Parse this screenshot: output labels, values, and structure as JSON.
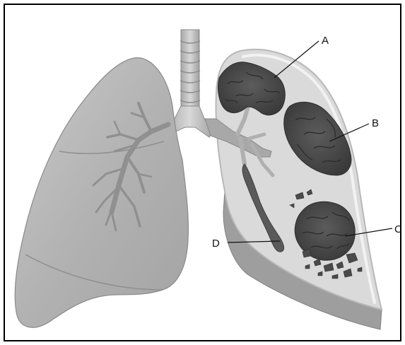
{
  "diagram": {
    "labels": {
      "a": "A",
      "b": "B",
      "c": "C",
      "d": "D"
    }
  },
  "colors": {
    "frame": "#000000",
    "lung_fill": "#b4b4b4",
    "cutaway_fill": "#d9d9d9",
    "lesion_fill": "#4a4a4a",
    "airway_fill": "#9c9c9c"
  }
}
